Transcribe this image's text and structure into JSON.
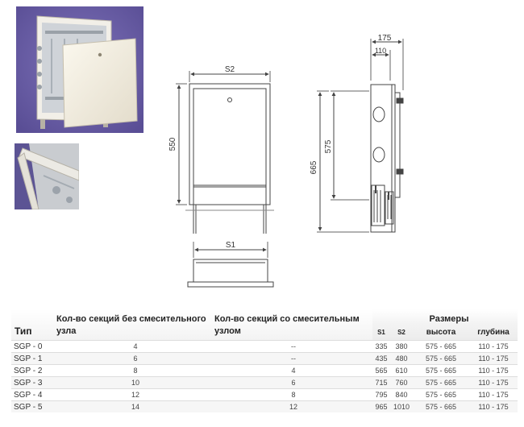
{
  "drawings": {
    "front_width_label": "S2",
    "front_height_label": "550",
    "bottom_width_label": "S1",
    "side_depth_total_label": "175",
    "side_depth_inner_label": "110",
    "side_inner_height_label": "575",
    "side_total_height_label": "665"
  },
  "colors": {
    "photo_background": "#6b5fa8",
    "line": "#444444",
    "grid": "#dddddd"
  },
  "table": {
    "headers": {
      "type": "Тип",
      "sections_without": "Кол-во секций без смесительного узла",
      "sections_with": "Кол-во секций со смесительным узлом",
      "dimensions": "Размеры",
      "s1": "S1",
      "s2": "S2",
      "height": "высота",
      "depth": "глубина"
    },
    "rows": [
      {
        "type": "SGP - 0",
        "without": "4",
        "with": "--",
        "s1": "335",
        "s2": "380",
        "height": "575 - 665",
        "depth": "110 - 175"
      },
      {
        "type": "SGP - 1",
        "without": "6",
        "with": "--",
        "s1": "435",
        "s2": "480",
        "height": "575 - 665",
        "depth": "110 - 175"
      },
      {
        "type": "SGP - 2",
        "without": "8",
        "with": "4",
        "s1": "565",
        "s2": "610",
        "height": "575 - 665",
        "depth": "110 - 175"
      },
      {
        "type": "SGP - 3",
        "without": "10",
        "with": "6",
        "s1": "715",
        "s2": "760",
        "height": "575 - 665",
        "depth": "110 - 175"
      },
      {
        "type": "SGP - 4",
        "without": "12",
        "with": "8",
        "s1": "795",
        "s2": "840",
        "height": "575 - 665",
        "depth": "110 - 175"
      },
      {
        "type": "SGP - 5",
        "without": "14",
        "with": "12",
        "s1": "965",
        "s2": "1010",
        "height": "575 - 665",
        "depth": "110 - 175"
      }
    ]
  }
}
